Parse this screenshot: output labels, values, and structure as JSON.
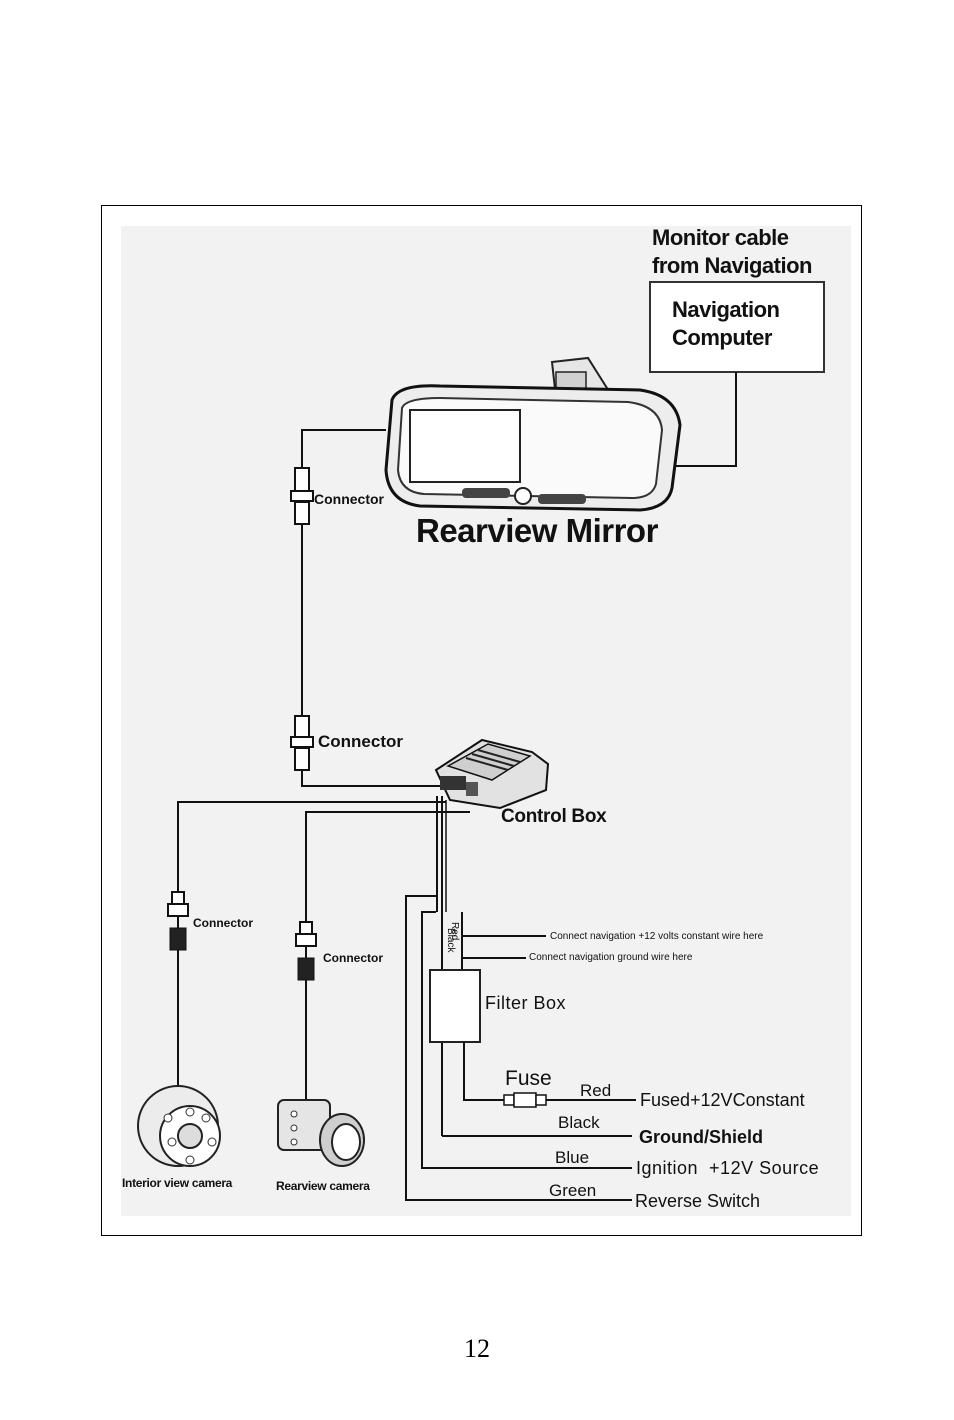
{
  "labels": {
    "monitor_cable": "Monitor cable\nfrom Navigation",
    "nav_computer": "Navigation\nComputer",
    "rearview_mirror": "Rearview Mirror",
    "connector_top": "Connector",
    "connector_mid": "Connector",
    "control_box": "Control Box",
    "connector_interior": "Connector",
    "connector_rear": "Connector",
    "interior_camera": "Interior view camera",
    "rearview_camera": "Rearview camera",
    "wire_red_vertical": "Red",
    "wire_black_vertical": "Black",
    "nav_12v_note": "Connect navigation +12 volts constant wire here",
    "nav_ground_note": "Connect navigation ground wire here",
    "filter_box": "Filter Box",
    "fuse": "Fuse"
  },
  "wires": [
    {
      "color": "Red",
      "terminal": "Fused+12VConstant"
    },
    {
      "color": "Black",
      "terminal": "Ground/Shield"
    },
    {
      "color": "Blue",
      "terminal": "Ignition  +12V Source"
    },
    {
      "color": "Green",
      "terminal": "Reverse Switch"
    }
  ],
  "page_number": "12"
}
